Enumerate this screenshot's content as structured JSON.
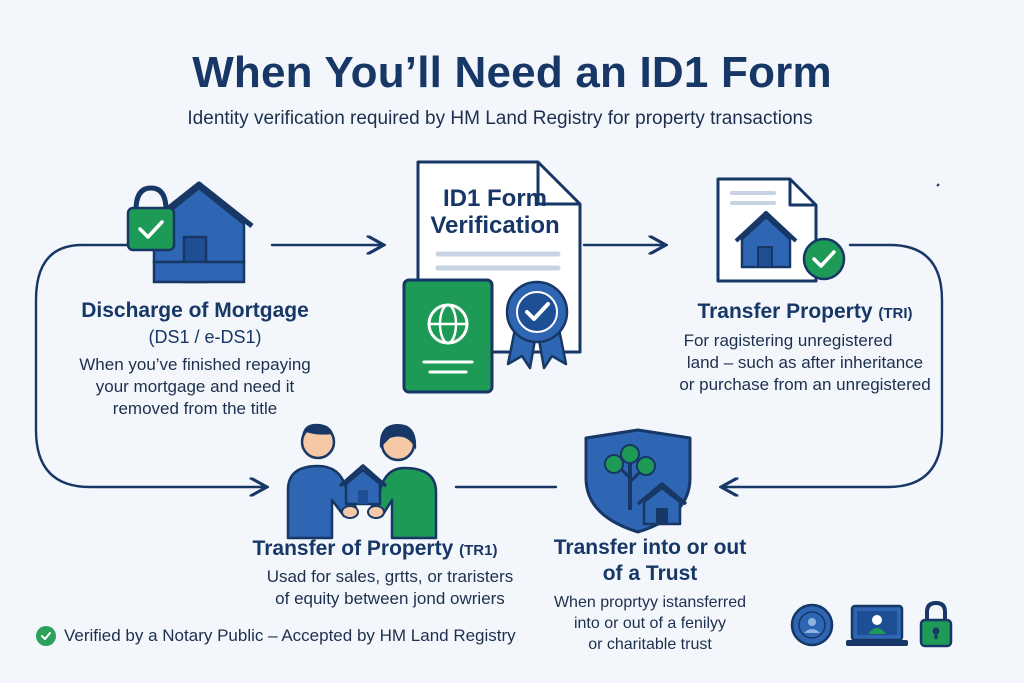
{
  "title": "When You’ll Need an ID1 Form",
  "subtitle": "Identity verification required by HM Land Registry for property transactions",
  "center": {
    "heading_line1": "ID1 Form",
    "heading_line2": "Verification"
  },
  "discharge": {
    "heading": "Discharge of Mortgage",
    "code": "(DS1 / e-DS1)",
    "lines": [
      "When you’ve finished repaying",
      "your mortgage and need it",
      "removed from the title"
    ]
  },
  "transfer_right": {
    "heading": "Transfer Property",
    "code": "(TRI)",
    "lines": [
      "For ragistering unregistered",
      "land – such as after inheritance",
      "or purchase from an unregistered"
    ]
  },
  "transfer_bottom": {
    "heading": "Transfer of Property",
    "code": "(TR1)",
    "lines": [
      "Usad for sales, grtts, or traristers",
      "of equity between jond owriers"
    ]
  },
  "trust": {
    "heading_line1": "Transfer into or out",
    "heading_line2": "of a Trust",
    "lines": [
      "When proprtyy istansferred",
      "into or out of a fenilyy",
      "or charitable trust"
    ]
  },
  "footer": {
    "text": "Verified by a Notary Public – Accepted by HM Land Registry"
  },
  "colors": {
    "navy": "#173766",
    "blue": "#2f66b3",
    "green": "#1e9a57",
    "background": "#f3f7fb"
  }
}
